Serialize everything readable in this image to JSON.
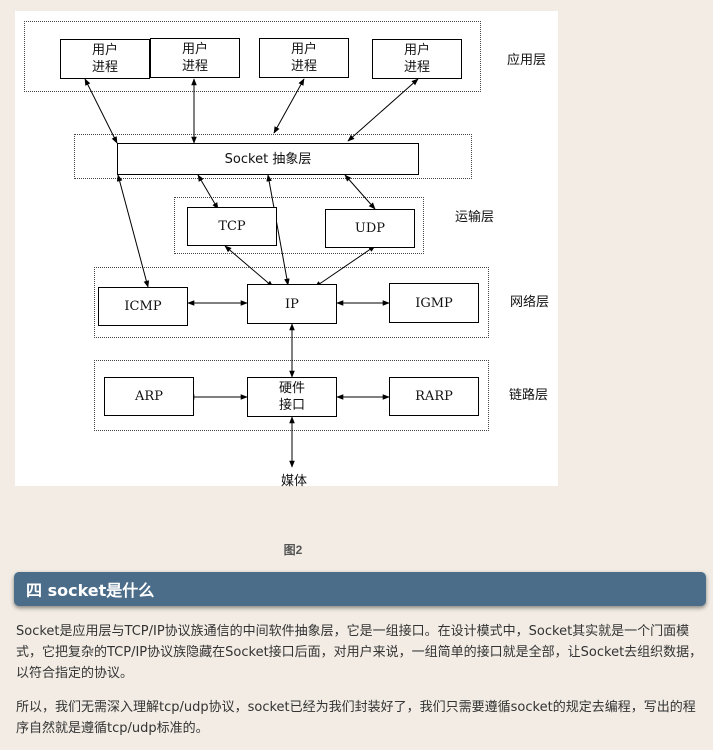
{
  "diagram": {
    "app_processes": [
      "用户\n进程",
      "用户\n进程",
      "用户\n进程",
      "用户\n进程"
    ],
    "socket_layer": "Socket 抽象层",
    "tcp": "TCP",
    "udp": "UDP",
    "icmp": "ICMP",
    "ip": "IP",
    "igmp": "IGMP",
    "arp": "ARP",
    "hw_interface": "硬件\n接口",
    "rarp": "RARP",
    "media": "媒体",
    "layers": {
      "application": "应用层",
      "transport": "运输层",
      "network": "网络层",
      "link": "链路层"
    }
  },
  "caption": "图2",
  "section_heading": "四 socket是什么",
  "paragraphs": [
    "Socket是应用层与TCP/IP协议族通信的中间软件抽象层，它是一组接口。在设计模式中，Socket其实就是一个门面模式，它把复杂的TCP/IP协议族隐藏在Socket接口后面，对用户来说，一组简单的接口就是全部，让Socket去组织数据，以符合指定的协议。",
    "所以，我们无需深入理解tcp/udp协议，socket已经为我们封装好了，我们只需要遵循socket的规定去编程，写出的程序自然就是遵循tcp/udp标准的。"
  ]
}
